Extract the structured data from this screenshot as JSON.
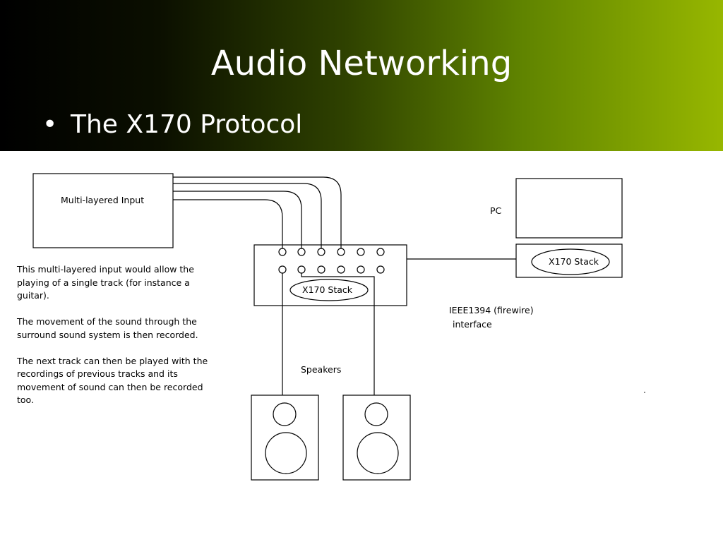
{
  "slide": {
    "title": "Audio Networking",
    "bullet": "The X170 Protocol",
    "colors": {
      "header_left": "#000000",
      "header_right": "#97b700"
    }
  },
  "diagram": {
    "input_box_label": "Multi-layered Input",
    "x170_hub_label": "X170 Stack",
    "pc_label": "PC",
    "pc_stack_label": "X170 Stack",
    "interface_label_line1": "IEEE1394 (firewire)",
    "interface_label_line2": "interface",
    "speakers_label": "Speakers"
  },
  "description": {
    "para1": "This multi-layered input would allow the playing of a single track (for instance a guitar).",
    "para2": "The movement of the sound through the surround sound system is then recorded.",
    "para3": "The next track can then be played with the recordings of previous tracks and its movement of sound can then be recorded too."
  }
}
